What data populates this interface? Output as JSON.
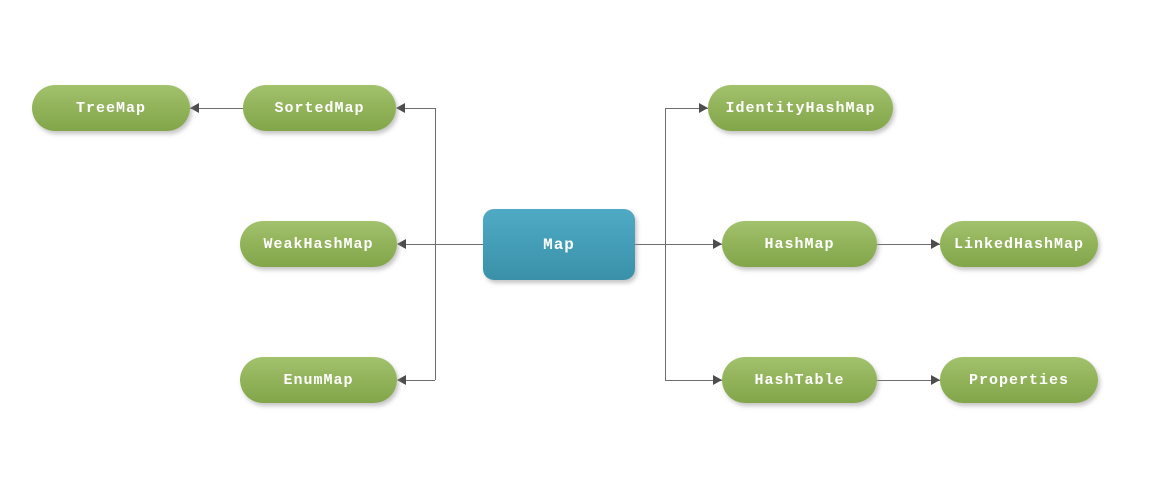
{
  "diagram": {
    "type": "hierarchy-flowchart",
    "root": "Map",
    "colors": {
      "node_green_top": "#a2c26d",
      "node_green_bottom": "#82a54a",
      "node_blue_top": "#4faac3",
      "node_blue_bottom": "#3a90a9",
      "connector": "#6e6e6e",
      "arrowhead": "#4d4d4d",
      "node_text": "#ffffff",
      "background": "#ffffff"
    },
    "nodes": {
      "map": {
        "label": "Map",
        "shape": "rounded-rect",
        "color": "blue"
      },
      "treemap": {
        "label": "TreeMap",
        "shape": "pill",
        "color": "green"
      },
      "sortedmap": {
        "label": "SortedMap",
        "shape": "pill",
        "color": "green"
      },
      "weakhashmap": {
        "label": "WeakHashMap",
        "shape": "pill",
        "color": "green"
      },
      "enummap": {
        "label": "EnumMap",
        "shape": "pill",
        "color": "green"
      },
      "identityhashmap": {
        "label": "IdentityHashMap",
        "shape": "pill",
        "color": "green"
      },
      "hashmap": {
        "label": "HashMap",
        "shape": "pill",
        "color": "green"
      },
      "linkedhashmap": {
        "label": "LinkedHashMap",
        "shape": "pill",
        "color": "green"
      },
      "hashtable": {
        "label": "HashTable",
        "shape": "pill",
        "color": "green"
      },
      "properties": {
        "label": "Properties",
        "shape": "pill",
        "color": "green"
      }
    },
    "edges": [
      {
        "from": "map",
        "to": "sortedmap"
      },
      {
        "from": "map",
        "to": "weakhashmap"
      },
      {
        "from": "map",
        "to": "enummap"
      },
      {
        "from": "map",
        "to": "identityhashmap"
      },
      {
        "from": "map",
        "to": "hashmap"
      },
      {
        "from": "map",
        "to": "hashtable"
      },
      {
        "from": "sortedmap",
        "to": "treemap"
      },
      {
        "from": "hashmap",
        "to": "linkedhashmap"
      },
      {
        "from": "hashtable",
        "to": "properties"
      }
    ]
  }
}
